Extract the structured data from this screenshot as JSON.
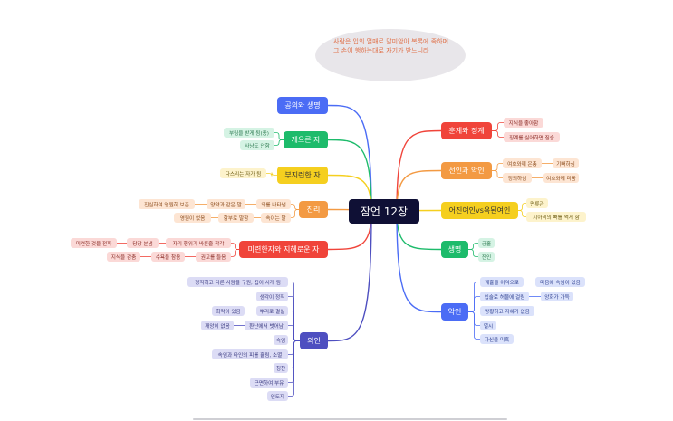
{
  "quote": "사람은 입의 열매로 말미암아 복록에 족하며 그 손이 행하는대로 자기가 받느니라",
  "center": "잠언 12장",
  "left": {
    "justice_life": {
      "label": "공의와 생명"
    },
    "lazy": {
      "label": "게으른 자",
      "children": [
        "부림을 받게 됨(종)",
        "사냥도 안함"
      ]
    },
    "diligent": {
      "label": "부지런한 자",
      "children": [
        "다스리는 자가 됨"
      ]
    },
    "truth": {
      "label": "진리",
      "row1": [
        "의를 나타냄",
        "양약과 같은 말",
        "진실하여 영원히 보존"
      ],
      "row2": [
        "속이는 말",
        "함부로 말함",
        "영원이 없음"
      ]
    },
    "fool_wise": {
      "label": "미련한자와 지혜로운 자",
      "row1": [
        "자기 행위가 바른줄 착각",
        "당장 분냄",
        "미련한 것을 전파"
      ],
      "row2": [
        "권고를 들음",
        "수욕을 참음",
        "지식을 감춤"
      ]
    },
    "righteous": {
      "label": "의인",
      "children": [
        "정직하고 다른 사람을 구원, 집이 서게 됨",
        "생각이 정직",
        "뿌리로 결실",
        "환난에서 벗어남",
        "속임",
        "속임과 타인의 피를 흘림, 소멸",
        "칭찬",
        "근면하여 부유",
        "인도자"
      ],
      "sub": [
        "희락이 있음",
        "재앙이 없음"
      ]
    }
  },
  "right": {
    "discipline": {
      "label": "훈계와 징계",
      "children": [
        "지식을 좋아함",
        "징계를 싫어하면 짐승"
      ]
    },
    "good_evil": {
      "label": "선인과 악인",
      "children": [
        "여호와께 은총",
        "정죄하심"
      ],
      "sub": [
        "기뻐하심",
        "여호와께 미움"
      ]
    },
    "women": {
      "label": "어진여인vs욕된여인",
      "children": [
        "면류관",
        "지아비의 뼈를 썩게 함"
      ]
    },
    "life": {
      "label": "생명",
      "children": [
        "긍휼",
        "잔인"
      ]
    },
    "wicked": {
      "label": "악인",
      "children": [
        "궤휼을 이익으로",
        "입술로 허물에 걸림",
        "방황하고 지혜가 없음",
        "멸시",
        "자신을 미혹"
      ],
      "sub": [
        "마음에 속임이 있음",
        "앙화가 가득"
      ]
    }
  },
  "colors": {
    "blue": "#4b6cf5",
    "green": "#1dbb6b",
    "yellow": "#f5cf1f",
    "orange": "#f39a43",
    "red": "#f0443a",
    "purple": "#4e4fc0",
    "center": "#0f1035",
    "quote_text": "#e0714a"
  }
}
